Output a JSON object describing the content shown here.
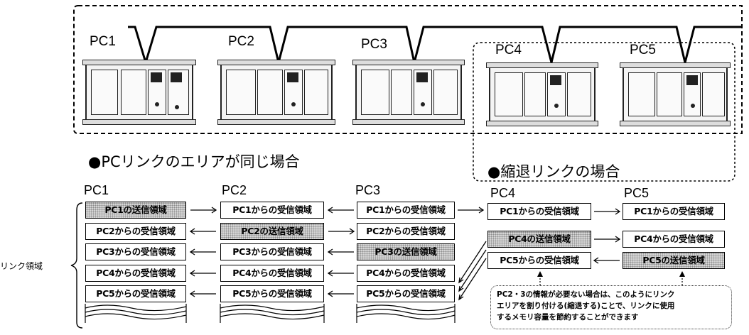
{
  "top_diagram": {
    "pcs": [
      "PC1",
      "PC2",
      "PC3",
      "PC4",
      "PC5"
    ]
  },
  "section_headings": {
    "same_area": "●PCリンクのエリアが同じ場合",
    "reduced_link": "●縮退リンクの場合"
  },
  "side_label": "リンク領域",
  "columns": [
    {
      "label": "PC1",
      "cells": [
        "PC1の送信領域",
        "PC2からの受信領域",
        "PC3からの受信領域",
        "PC4からの受信領域",
        "PC5からの受信領域"
      ],
      "send_index": 0
    },
    {
      "label": "PC2",
      "cells": [
        "PC1からの受信領域",
        "PC2の送信領域",
        "PC3からの受信領域",
        "PC4からの受信領域",
        "PC5からの受信領域"
      ],
      "send_index": 1
    },
    {
      "label": "PC3",
      "cells": [
        "PC1からの受信領域",
        "PC2からの受信領域",
        "PC3の送信領域",
        "PC4からの受信領域",
        "PC5からの受信領域"
      ],
      "send_index": 2
    },
    {
      "label": "PC4",
      "cells": [
        "PC1からの受信領域",
        "PC4の送信領域",
        "PC5からの受信領域"
      ],
      "send_index": 1
    },
    {
      "label": "PC5",
      "cells": [
        "PC1からの受信領域",
        "PC4からの受信領域",
        "PC5の送信領域"
      ],
      "send_index": 2
    }
  ],
  "note": {
    "lines": [
      "PC2・3の情報が必要ない場合は、このようにリンク",
      "エリアを割り付ける(縮退する)ことで、リンクに使用",
      "するメモリ容量を節約することができます"
    ]
  }
}
